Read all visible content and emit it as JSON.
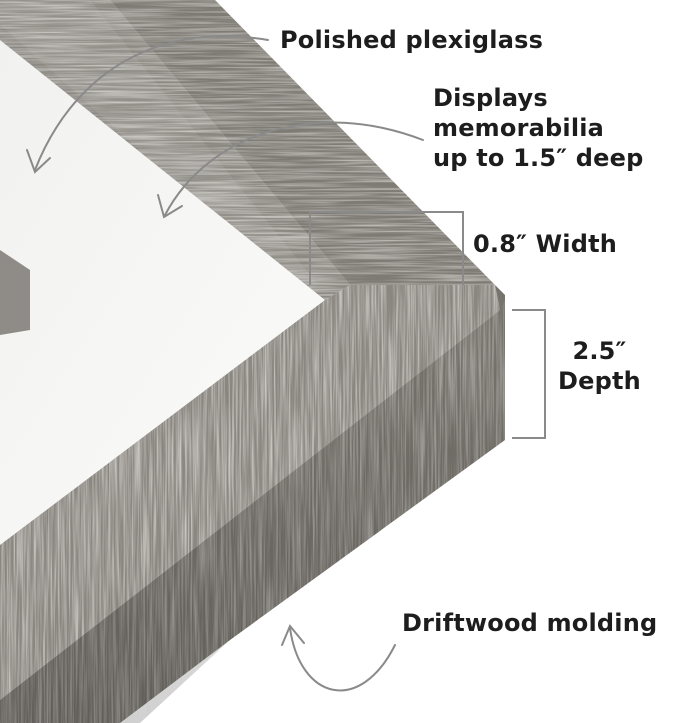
{
  "callouts": {
    "plexiglass": "Polished plexiglass",
    "displays": {
      "line1": "Displays",
      "line2": "memorabilia",
      "line3": "up to 1.5″ deep"
    },
    "width": "0.8″ Width",
    "depth": {
      "line1": "2.5″",
      "line2": "Depth"
    },
    "molding": "Driftwood molding"
  },
  "colors": {
    "frame_wood": "#8f8b85",
    "frame_highlight": "#c9c5bd",
    "mat": "#f6f6f5",
    "annotation": "#8a8a8a",
    "text": "#1d1d1d"
  }
}
